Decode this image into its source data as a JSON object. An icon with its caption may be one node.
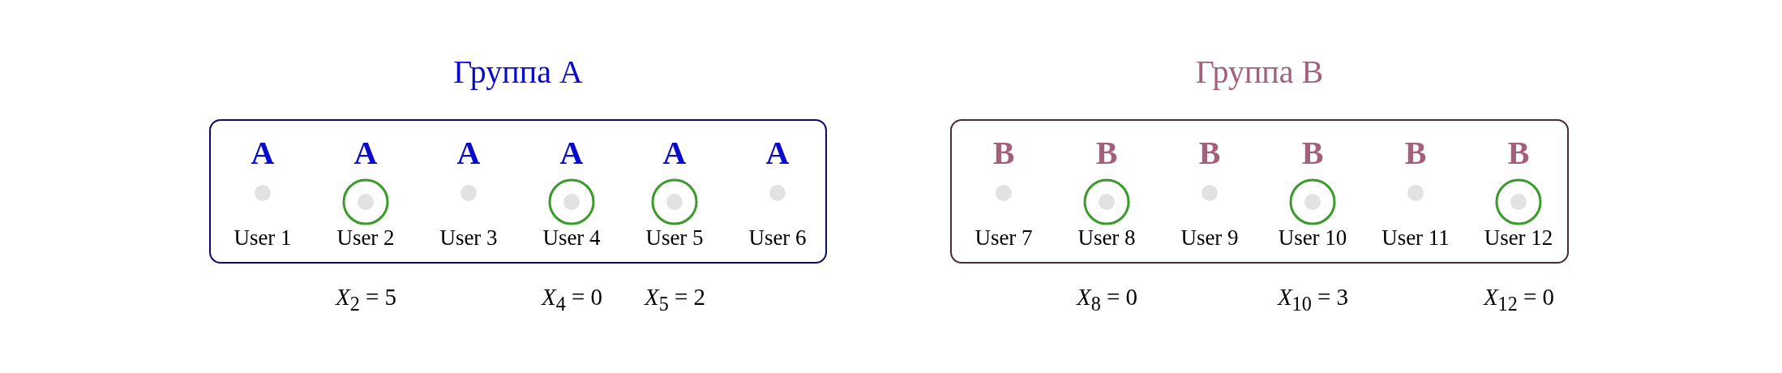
{
  "diagram": {
    "nodes": [
      {
        "text": [
          "Группа A"
        ]
      },
      {
        "text": [
          "A",
          "User 1"
        ],
        "in": 0
      },
      {
        "text": [
          "A",
          "User 2"
        ],
        "in": 0,
        "beside": [
          "*X*$_{2}$ = 5"
        ]
      },
      {
        "text": [
          "A",
          "User 3"
        ],
        "in": 0
      },
      {
        "text": [
          "A",
          "User 4"
        ],
        "in": 0,
        "beside": [
          "*X*$_{4}$ = 0"
        ]
      },
      {
        "text": [
          "A",
          "User 5"
        ],
        "in": 0,
        "beside": [
          "*X*$_{5}$ = 2"
        ]
      },
      {
        "text": [
          "A",
          "User 6"
        ],
        "in": 0
      },
      {
        "text": [
          "Группа B"
        ]
      },
      {
        "text": [
          "B",
          "User 7"
        ],
        "in": 7
      },
      {
        "text": [
          "B",
          "User 8"
        ],
        "in": 7,
        "beside": [
          "*X*$_{8}$ = 0"
        ]
      },
      {
        "text": [
          "B",
          "User 9"
        ],
        "in": 7
      },
      {
        "text": [
          "B",
          "User 10"
        ],
        "in": 7,
        "beside": [
          "*X*$_{10}$ = 3"
        ]
      },
      {
        "text": [
          "B",
          "User 11"
        ],
        "in": 7
      },
      {
        "text": [
          "B",
          "User 12"
        ],
        "in": 7,
        "beside": [
          "*X*$_{12}$ = 0"
        ]
      }
    ]
  }
}
